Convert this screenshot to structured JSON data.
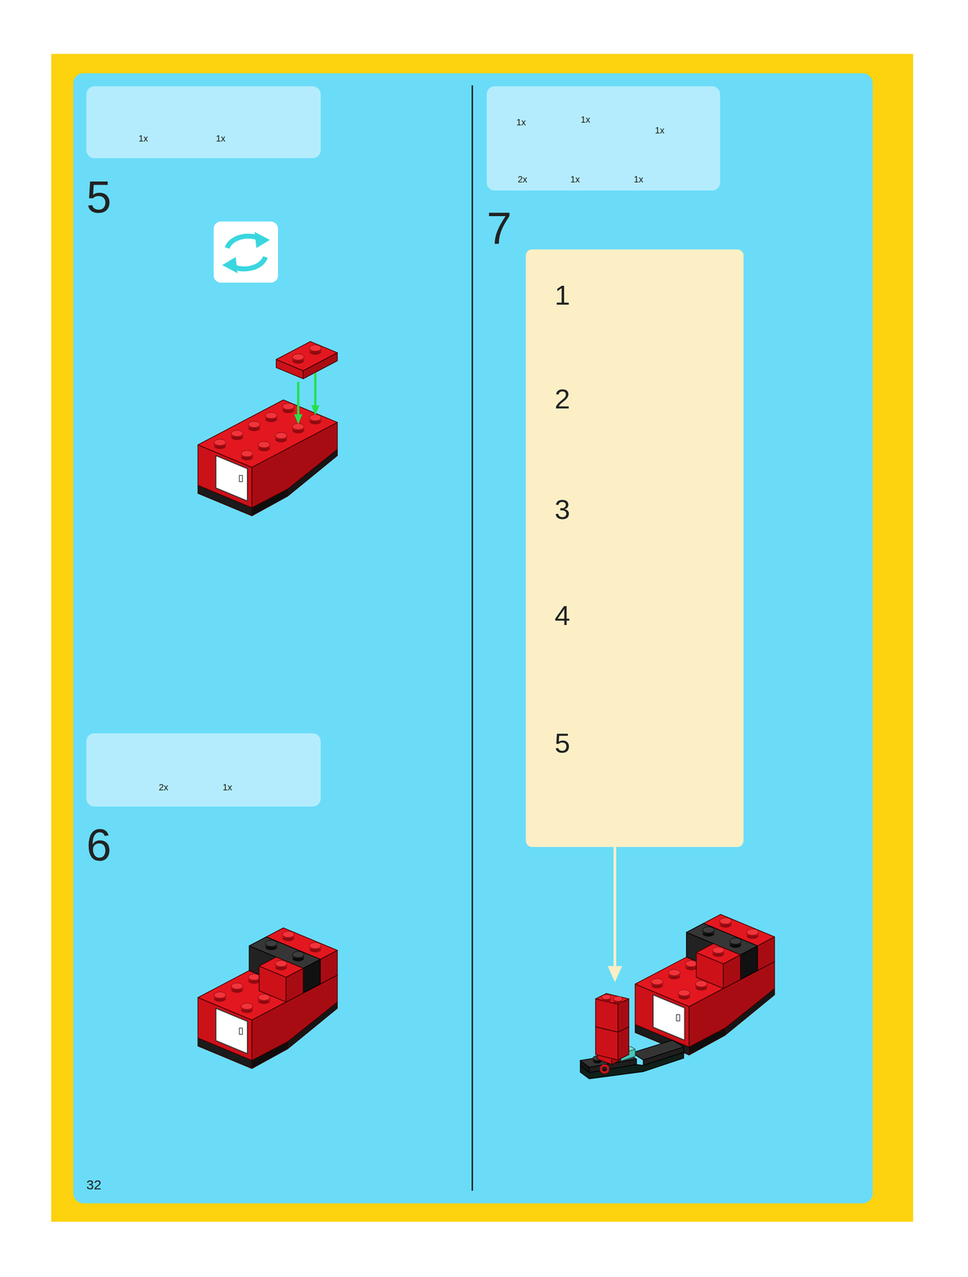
{
  "diagram": {
    "nodes": [
      {
        "text": [
          "1x",
          "1x"
        ]
      },
      {
        "text": [
          "2x",
          "1x"
        ]
      },
      {
        "text": [
          "1x",
          "1x",
          "1x",
          "2x",
          "1x",
          "1x"
        ]
      },
      {
        "text": [
          "1",
          "2",
          "3",
          "4",
          "5"
        ]
      }
    ],
    "labels": [
      "5",
      "6",
      "7",
      "32"
    ]
  }
}
